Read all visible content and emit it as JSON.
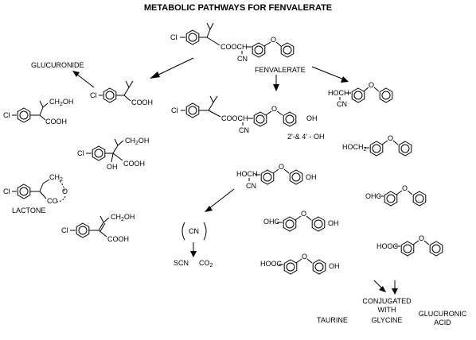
{
  "title": "METABOLIC PATHWAYS FOR FENVALERATE",
  "labels": {
    "fenvalerate": "FENVALERATE",
    "glucuronide": "GLUCURONIDE",
    "lactone": "LACTONE",
    "hydroxy_position": "2'-& 4' - OH",
    "taurine": "TAURINE",
    "conjugated": "CONJUGATED",
    "with": "WITH",
    "glycine": "GLYCINE",
    "glucuronic": "GLUCURONIC",
    "acid": "ACID"
  },
  "atoms": {
    "cl": "Cl",
    "cn": "CN",
    "cooch": "COOCH",
    "cooh": "COOH",
    "ch2oh": "CH",
    "ch2oh_sub": "2",
    "ch2oh_tail": "OH",
    "oh": "OH",
    "o": "O",
    "hoch": "HOCH",
    "hoch2": "HOCH",
    "hoch2_sub": "2",
    "ohc": "OHC",
    "hooc": "HOOC",
    "ch2": "CH",
    "ch2_sub": "2",
    "co": "CO",
    "scn": "SCN",
    "co2": "CO",
    "co2_sub": "2"
  }
}
